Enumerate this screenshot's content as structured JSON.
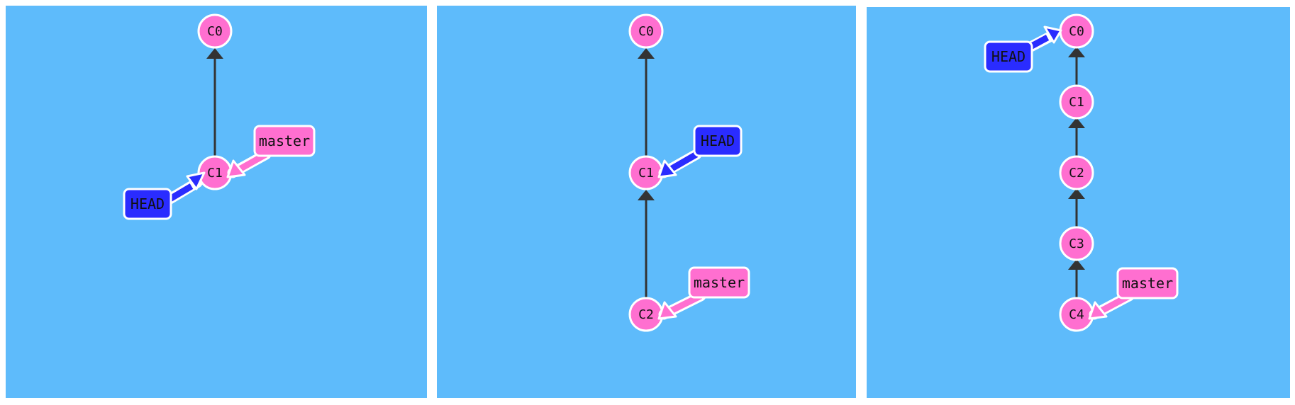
{
  "colors": {
    "panel_background": "#5ebbfb",
    "commit_fill": "#ff6fd0",
    "commit_stroke": "#ffffff",
    "head_fill": "#2a2cff",
    "master_fill": "#ff6fd0",
    "edge": "#333333"
  },
  "panels": [
    {
      "commits": [
        "C0",
        "C1"
      ],
      "parent_edges": [
        [
          "C1",
          "C0"
        ]
      ],
      "refs": [
        {
          "label": "master",
          "points_to": "C1"
        },
        {
          "label": "HEAD",
          "points_to": "C1"
        }
      ]
    },
    {
      "commits": [
        "C0",
        "C1",
        "C2"
      ],
      "parent_edges": [
        [
          "C1",
          "C0"
        ],
        [
          "C2",
          "C1"
        ]
      ],
      "refs": [
        {
          "label": "HEAD",
          "points_to": "C1"
        },
        {
          "label": "master",
          "points_to": "C2"
        }
      ]
    },
    {
      "commits": [
        "C0",
        "C1",
        "C2",
        "C3",
        "C4"
      ],
      "parent_edges": [
        [
          "C1",
          "C0"
        ],
        [
          "C2",
          "C1"
        ],
        [
          "C3",
          "C2"
        ],
        [
          "C4",
          "C3"
        ]
      ],
      "refs": [
        {
          "label": "HEAD",
          "points_to": "C0"
        },
        {
          "label": "master",
          "points_to": "C4"
        }
      ]
    }
  ]
}
